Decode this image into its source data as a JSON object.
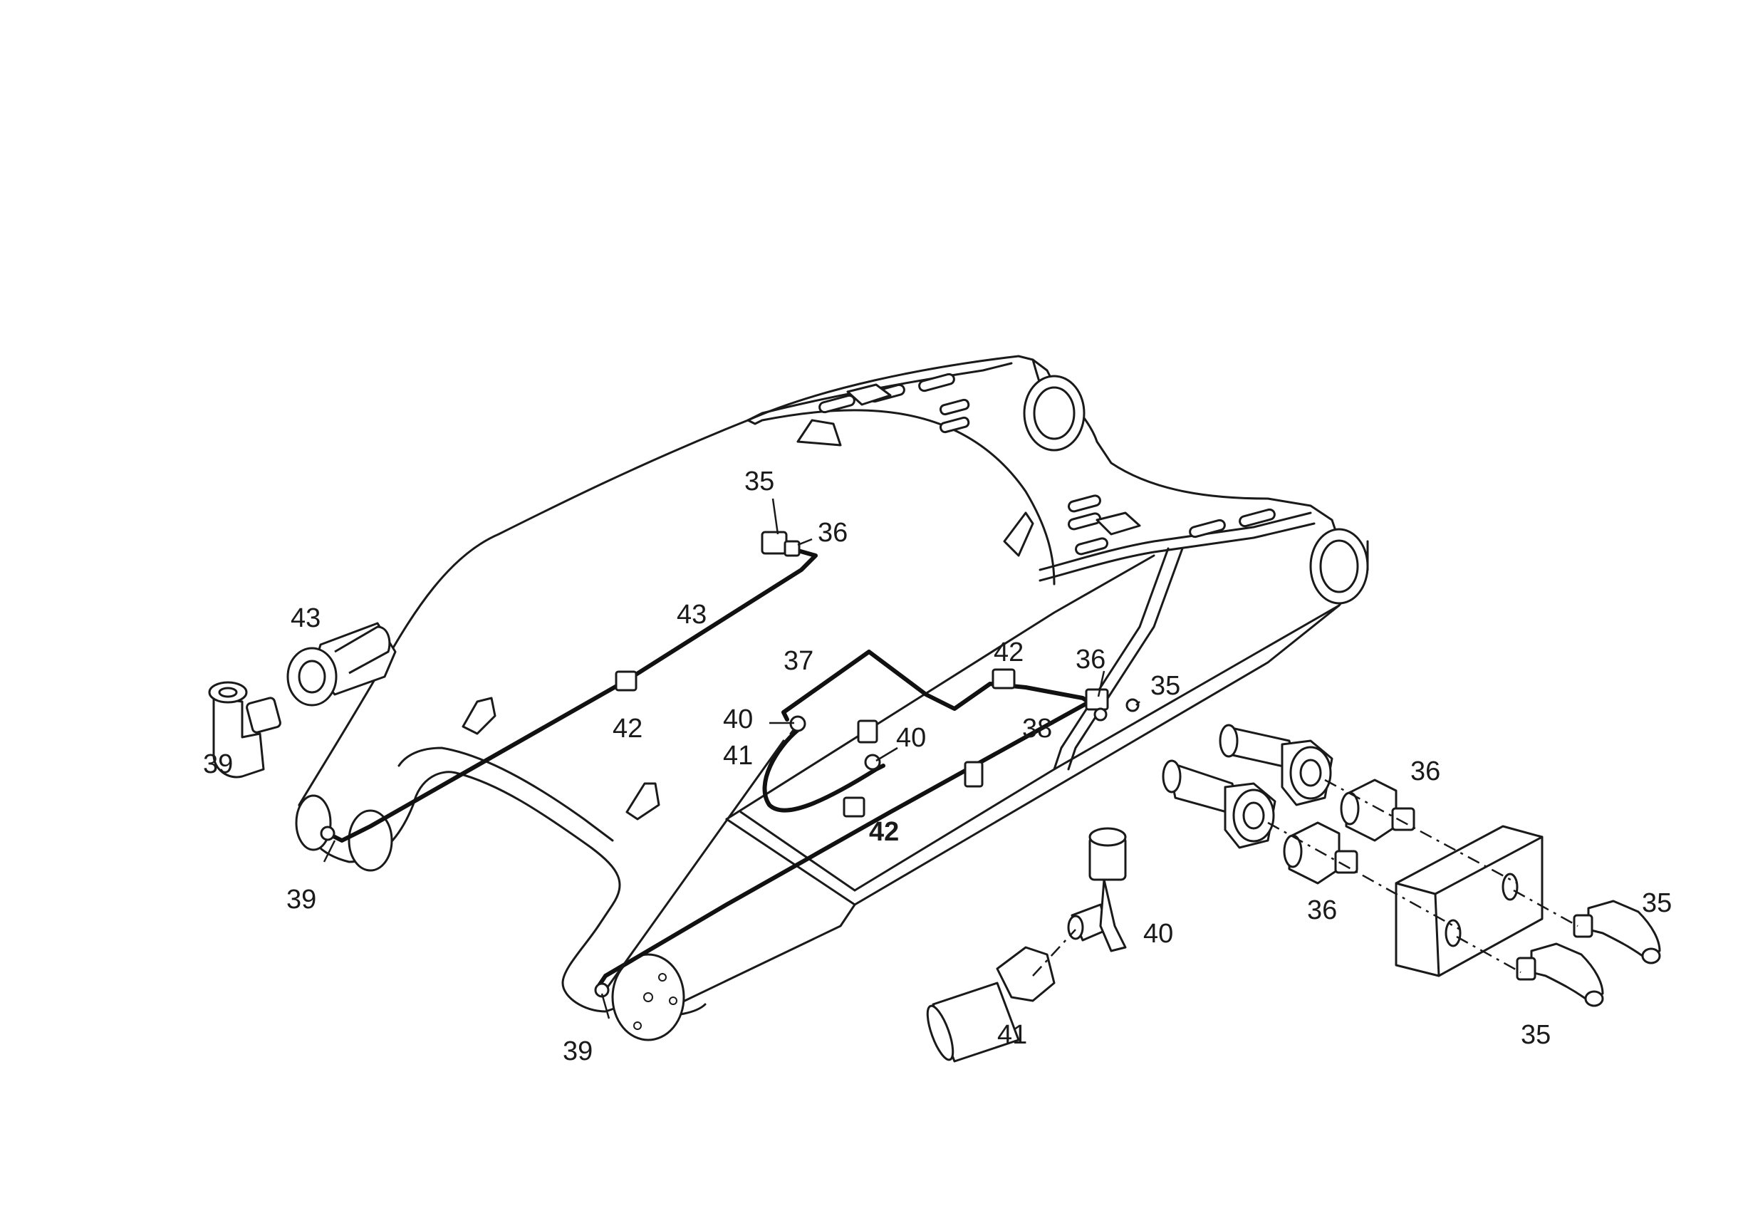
{
  "callouts": {
    "c35_top": "35",
    "c36_top": "36",
    "c43_line": "43",
    "c43_part": "43",
    "c39_part": "39",
    "c42_left": "42",
    "c39_pin": "39",
    "c37": "37",
    "c40_a": "40",
    "c41_a": "41",
    "c40_b": "40",
    "c42_mid": "42",
    "c36_mid": "36",
    "c35_mid": "35",
    "c38": "38",
    "c42_low": "42",
    "c39_low": "39",
    "c36_r1": "36",
    "c36_r2": "36",
    "c35_r1": "35",
    "c35_r2": "35",
    "c40_c": "40",
    "c41_c": "41"
  }
}
